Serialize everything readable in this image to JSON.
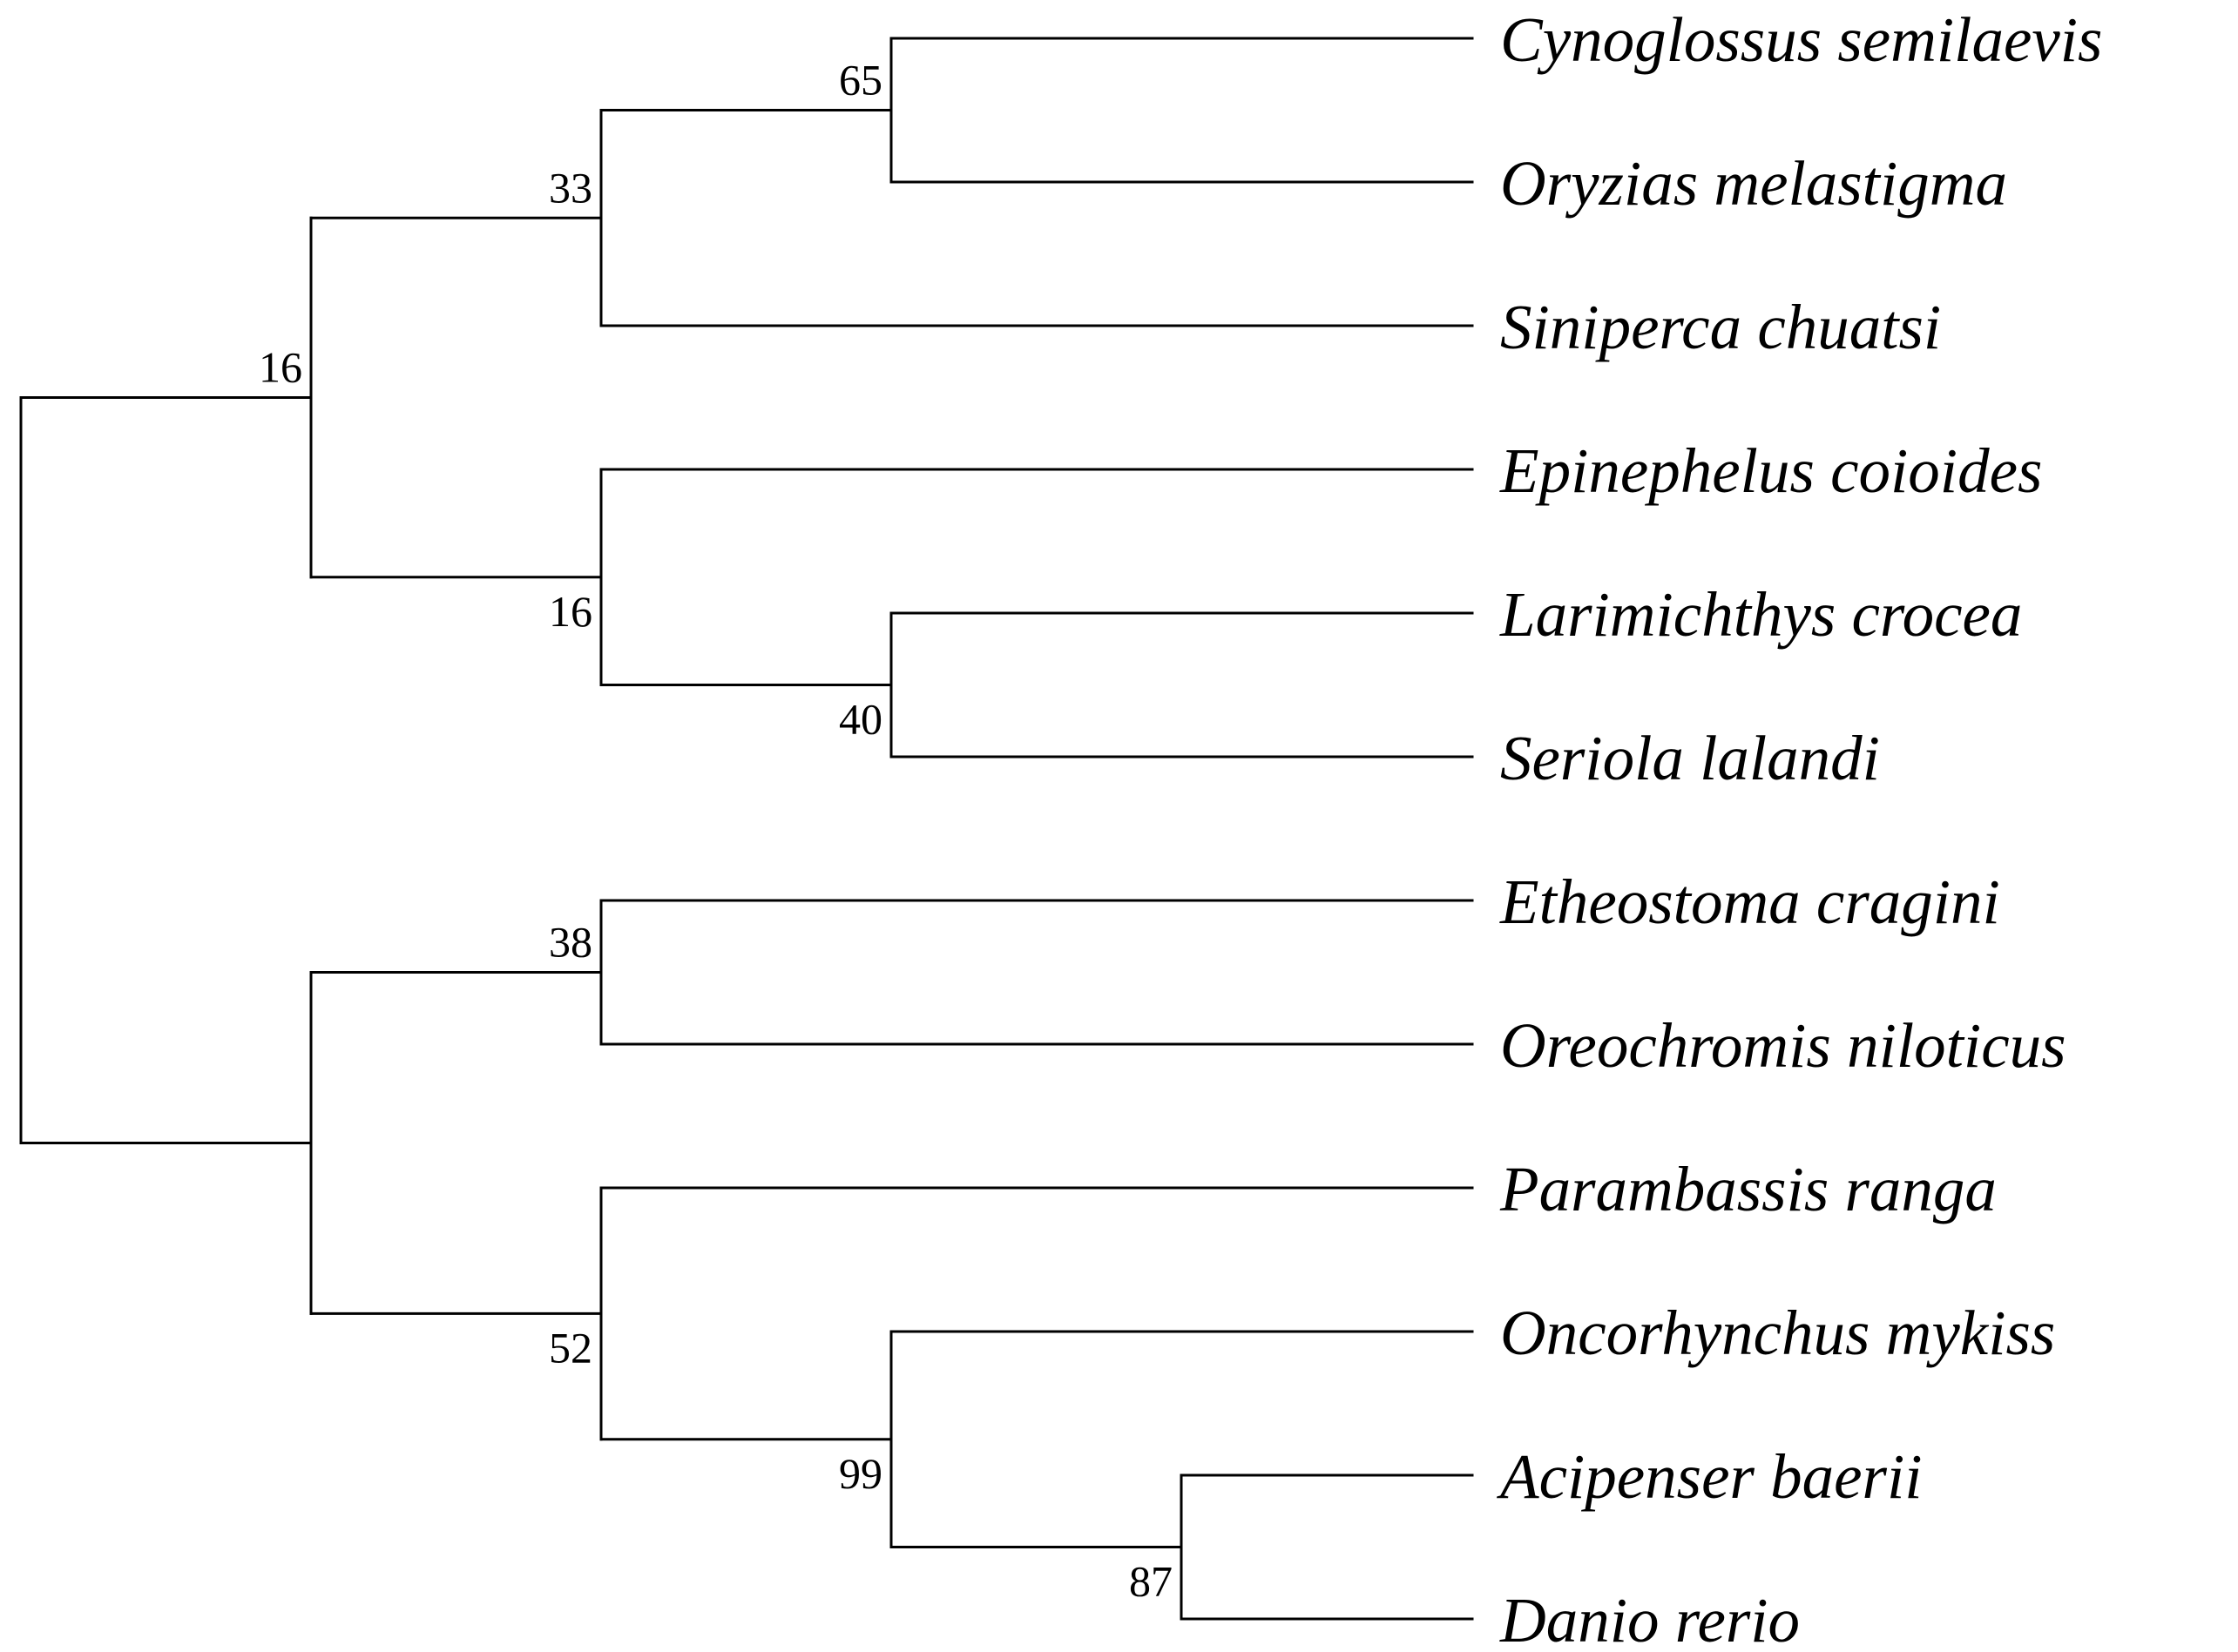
{
  "taxa": [
    "Cynoglossus semilaevis",
    "Oryzias melastigma",
    "Siniperca chuatsi",
    "Epinephelus coioides",
    "Larimichthys crocea",
    "Seriola lalandi",
    "Etheostoma cragini",
    "Oreochromis niloticus",
    "Parambassis ranga",
    "Oncorhynchus mykiss",
    "Acipenser baerii",
    "Danio rerio"
  ],
  "tree": {
    "children": [
      {
        "support": "16",
        "children": [
          {
            "support": "33",
            "children": [
              {
                "support": "65",
                "children": [
                  {
                    "taxon": 0
                  },
                  {
                    "taxon": 1
                  }
                ]
              },
              {
                "taxon": 2
              }
            ]
          },
          {
            "support": "16",
            "children": [
              {
                "taxon": 3
              },
              {
                "support": "40",
                "children": [
                  {
                    "taxon": 4
                  },
                  {
                    "taxon": 5
                  }
                ]
              }
            ]
          }
        ]
      },
      {
        "children": [
          {
            "support": "38",
            "children": [
              {
                "taxon": 6
              },
              {
                "taxon": 7
              }
            ]
          },
          {
            "support": "52",
            "children": [
              {
                "taxon": 8
              },
              {
                "support": "99",
                "children": [
                  {
                    "taxon": 9
                  },
                  {
                    "support": "87",
                    "children": [
                      {
                        "taxon": 10
                      },
                      {
                        "taxon": 11
                      }
                    ]
                  }
                ]
              }
            ]
          }
        ]
      }
    ]
  },
  "colors": {
    "line": "#000000",
    "text": "#000000",
    "background": "#ffffff"
  }
}
